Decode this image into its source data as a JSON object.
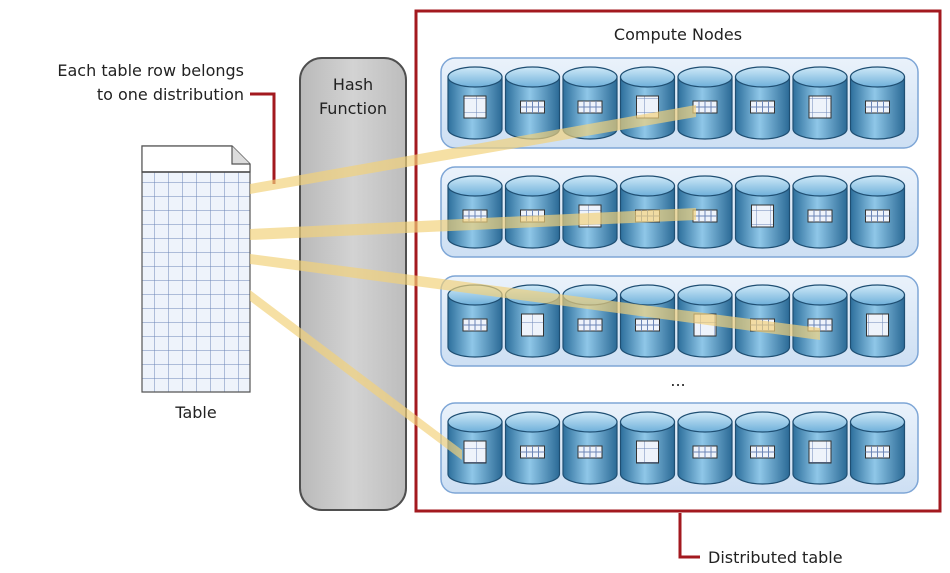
{
  "annotation": {
    "line1": "Each table row belongs",
    "line2": "to one distribution"
  },
  "hash_function": {
    "line1": "Hash",
    "line2": "Function"
  },
  "table": {
    "label": "Table"
  },
  "compute_nodes": {
    "title": "Compute Nodes",
    "ellipsis": "..."
  },
  "distributed_table": {
    "label": "Distributed table"
  },
  "colors": {
    "accent_red": "#a3191f",
    "hash_fill": "#c9c9c9",
    "row_fill": "#dbe7f6",
    "cylinder_blue": "#3d86b6",
    "mapping_gold": "#f3d27a"
  }
}
